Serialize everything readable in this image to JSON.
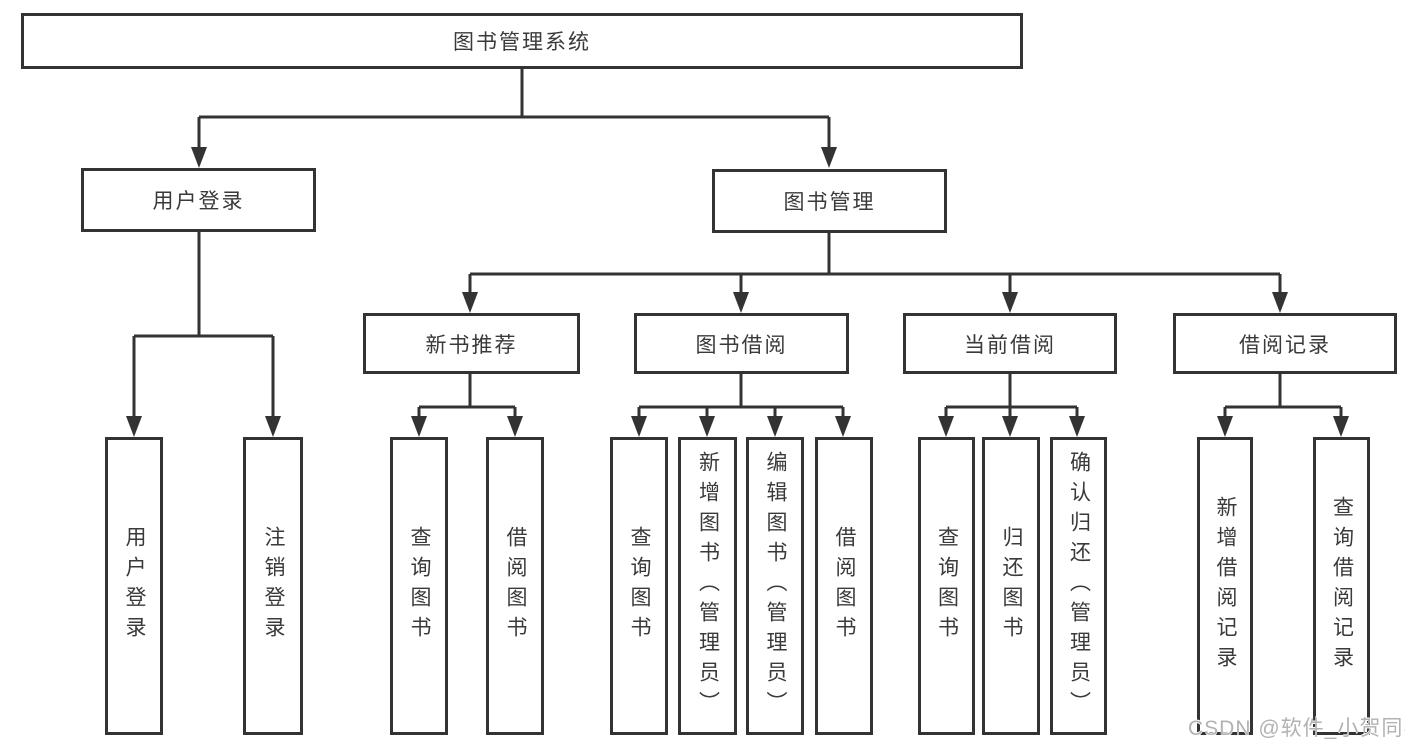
{
  "colors": {
    "line": "#333333",
    "text": "#3a3a3a",
    "watermark": "#b2b2b2",
    "background": "#ffffff"
  },
  "watermark": {
    "text": "CSDN @软件_小贺同学"
  },
  "tree": {
    "root": {
      "label": "图书管理系统",
      "children": [
        {
          "label": "用户登录",
          "children": [
            {
              "label": "用户登录"
            },
            {
              "label": "注销登录"
            }
          ]
        },
        {
          "label": "图书管理",
          "children": [
            {
              "label": "新书推荐",
              "children": [
                {
                  "label": "查询图书"
                },
                {
                  "label": "借阅图书"
                }
              ]
            },
            {
              "label": "图书借阅",
              "children": [
                {
                  "label": "查询图书"
                },
                {
                  "label": "新增图书（管理员）"
                },
                {
                  "label": "编辑图书（管理员）"
                },
                {
                  "label": "借阅图书"
                }
              ]
            },
            {
              "label": "当前借阅",
              "children": [
                {
                  "label": "查询图书"
                },
                {
                  "label": "归还图书"
                },
                {
                  "label": "确认归还（管理员）"
                }
              ]
            },
            {
              "label": "借阅记录",
              "children": [
                {
                  "label": "新增借阅记录"
                },
                {
                  "label": "查询借阅记录"
                }
              ]
            }
          ]
        }
      ]
    }
  }
}
